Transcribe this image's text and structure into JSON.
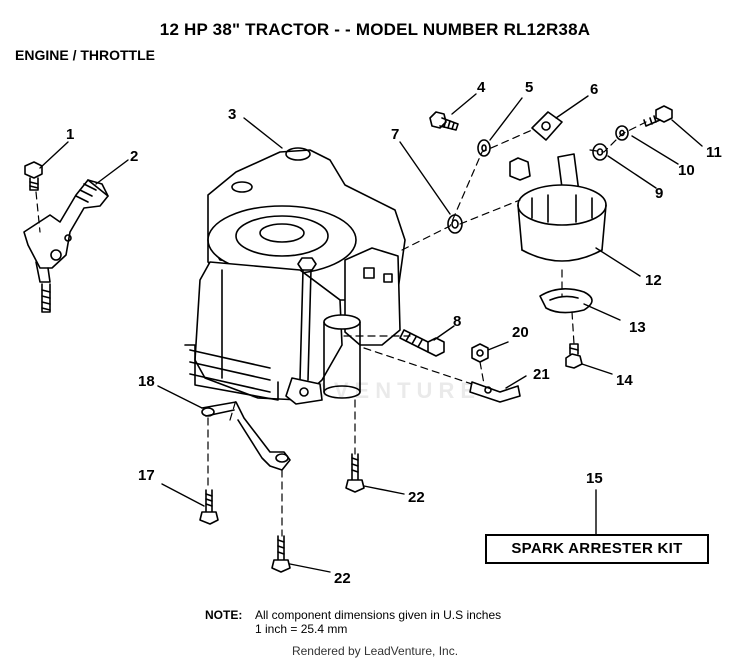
{
  "header": {
    "title": "12 HP 38\" TRACTOR - - MODEL NUMBER RL12R38A",
    "subtitle": "ENGINE / THROTTLE"
  },
  "callouts": [
    "1",
    "2",
    "3",
    "4",
    "5",
    "6",
    "7",
    "8",
    "9",
    "10",
    "11",
    "12",
    "13",
    "14",
    "15",
    "17",
    "18",
    "20",
    "21",
    "22",
    "22"
  ],
  "kit_label": "SPARK ARRESTER KIT",
  "note": {
    "label": "NOTE:",
    "line1": "All component dimensions given in U.S  inches",
    "line2": "1 inch = 25.4 mm"
  },
  "watermark": "LEADVENTURE",
  "footer": "Rendered by LeadVenture, Inc."
}
